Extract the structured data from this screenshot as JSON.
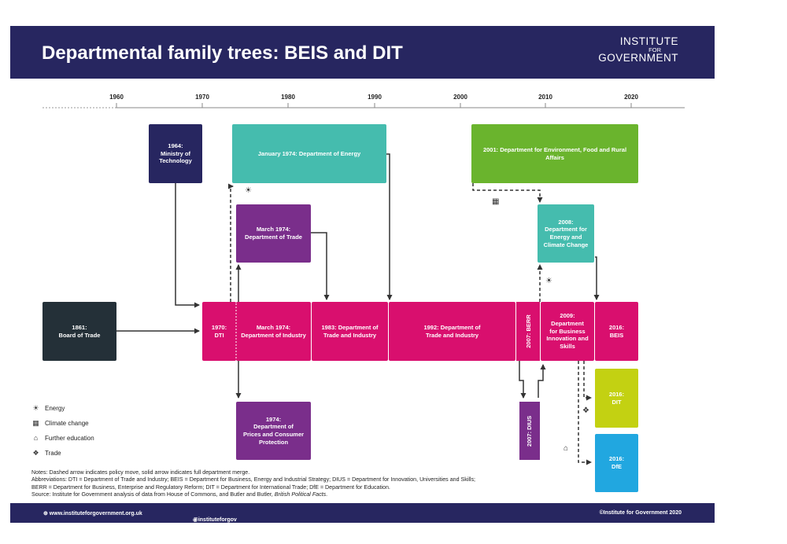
{
  "header": {
    "title": "Departmental family trees: BEIS and DIT",
    "logo_line1": "INSTITUTE",
    "logo_line2": "FOR",
    "logo_line3": "GOVERNMENT"
  },
  "timeline": {
    "years": [
      "1960",
      "1970",
      "1980",
      "1990",
      "2000",
      "2010",
      "2020"
    ]
  },
  "boxes": {
    "board_of_trade": "1861:\nBoard of Trade",
    "ministry_tech": "1964:\nMinistry of\nTechnology",
    "dept_energy": "January 1974: Department of Energy",
    "defra": "2001: Department for Environment, Food and Rural Affairs",
    "dept_trade": "March 1974:\nDepartment of Trade",
    "decc": "2008:\nDepartment for\nEnergy and\nClimate Change",
    "dti_1970": "1970:\nDTI",
    "dept_industry": "March 1974:\nDepartment of Industry",
    "dti_1983": "1983: Department of\nTrade and Industry",
    "dti_1992": "1992: Department of\nTrade and Industry",
    "berr": "2007: BERR",
    "bis": "2009:\nDepartment\nfor Business\nInnovation and\nSkills",
    "beis": "2016:\nBEIS",
    "prices": "1974:\nDepartment of\nPrices and Consumer\nProtection",
    "dius": "2007: DIUS",
    "dit": "2016:\nDIT",
    "dfe": "2016:\nDfE"
  },
  "colors": {
    "navy": "#272660",
    "teal": "#45bcae",
    "green": "#6ab42d",
    "purple": "#7a2e8b",
    "magenta": "#d90f6e",
    "dark": "#243038",
    "lime": "#c3d112",
    "cyan": "#21a7e0"
  },
  "legend": [
    {
      "icon": "lightbulb-icon",
      "glyph": "☀",
      "label": "Energy"
    },
    {
      "icon": "climate-icon",
      "glyph": "▦",
      "label": "Climate change"
    },
    {
      "icon": "mortarboard-icon",
      "glyph": "⌂",
      "label": "Further education"
    },
    {
      "icon": "handshake-icon",
      "glyph": "❖",
      "label": "Trade"
    }
  ],
  "notes": {
    "line1": "Notes: Dashed arrow indicates policy move, solid arrow indicates full department merge.",
    "line2": "Abbreviations: DTI = Department of Trade and Industry; BEIS = Department for Business, Energy and Industrial Strategy; DIUS = Department for Innovation, Universities and Skills;",
    "line3": "BERR = Department for Business, Enterprise and Regulatory Reform; DIT = Department for International Trade; DfE = Department for Education.",
    "line4_prefix": "Source: Institute for Government analysis of data from House of Commons, and Butler and Butler, ",
    "line4_italic": "British Political Facts",
    "line4_suffix": "."
  },
  "footer": {
    "website": "⊕ www.instituteforgovernment.org.uk",
    "twitter": "@instituteforgov",
    "copyright": "©Institute for Government 2020"
  }
}
